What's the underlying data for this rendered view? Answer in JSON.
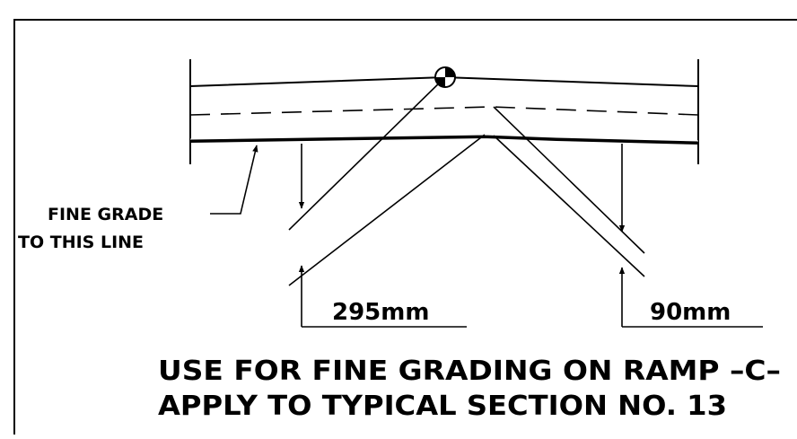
{
  "labels": {
    "fine_grade_line1": "FINE GRADE",
    "fine_grade_line2": "TO  THIS LINE",
    "dim_left": "295mm",
    "dim_right": "90mm",
    "note_line1": "USE FOR FINE GRADING  ON  RAMP –C–",
    "note_line2": "APPLY TO  TYPICAL SECTION  NO. 13"
  },
  "icons": {
    "control_point": "survey-control-point-icon"
  },
  "colors": {
    "ink": "#000000",
    "paper": "#ffffff"
  }
}
